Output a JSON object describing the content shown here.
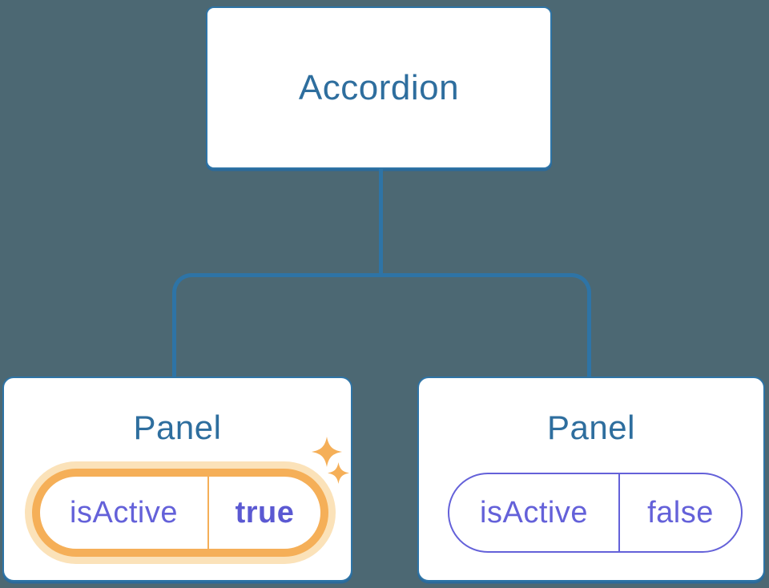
{
  "diagram": {
    "description": "React component tree showing lifted state",
    "root": {
      "label": "Accordion"
    },
    "panels": [
      {
        "label": "Panel",
        "prop": {
          "name": "isActive",
          "value": "true"
        },
        "highlighted": true,
        "icons": [
          "sparkle-icon",
          "sparkle-icon"
        ]
      },
      {
        "label": "Panel",
        "prop": {
          "name": "isActive",
          "value": "false"
        },
        "highlighted": false,
        "icons": []
      }
    ]
  },
  "theme": {
    "background": "#4C6873",
    "node_fill": "#FFFFFF",
    "line_blue": "#2E74A6",
    "shadow_blue": "#2B6A9B",
    "text_blue": "#2E6E9E",
    "purple": "#6461D9",
    "purple_bold": "#5B59D2",
    "orange": "#F5AF58",
    "orange_halo": "#FBE2B9"
  }
}
